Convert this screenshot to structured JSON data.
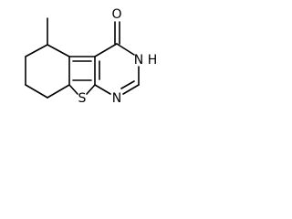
{
  "molecule": {
    "atoms": {
      "oxygen": "O",
      "nh": "N",
      "nh_h": "H",
      "n_lower": "N",
      "sulfur": "S"
    }
  }
}
